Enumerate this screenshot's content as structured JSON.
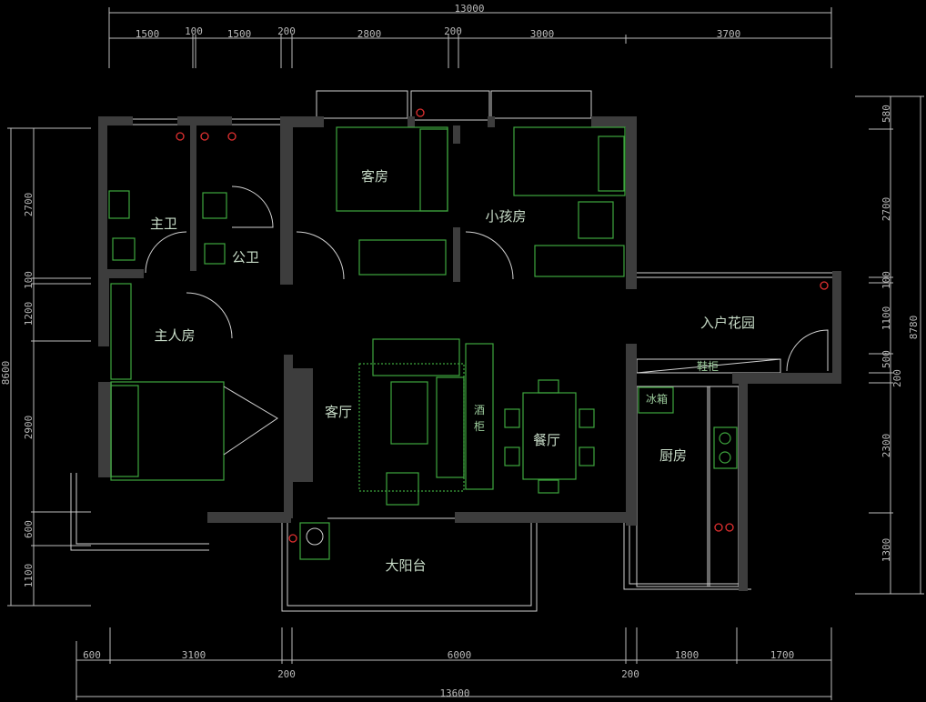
{
  "plan": {
    "rooms": {
      "master_bath": "主卫",
      "public_bath": "公卫",
      "guest_room": "客房",
      "kids_room": "小孩房",
      "master_bedroom": "主人房",
      "living_room": "客厅",
      "dining_room": "餐厅",
      "entry_garden": "入户花园",
      "kitchen": "厨房",
      "balcony": "大阳台"
    },
    "fixtures": {
      "shoe_cabinet": "鞋柜",
      "fridge": "冰箱",
      "wine_cabinet_1": "酒",
      "wine_cabinet_2": "柜"
    },
    "dimensions": {
      "top_total": "13000",
      "top": [
        "1500",
        "100",
        "1500",
        "200",
        "2800",
        "200",
        "3000",
        "3700"
      ],
      "left_total": "8600",
      "left": [
        "2700",
        "100",
        "1200",
        "2900",
        "600",
        "1100"
      ],
      "right_total": "8780",
      "right": [
        "580",
        "2700",
        "100",
        "1100",
        "500",
        "200",
        "2300",
        "1300"
      ],
      "bottom": [
        "600",
        "3100",
        "6000",
        "1800",
        "1700"
      ],
      "bottom_gaps": [
        "200",
        "200"
      ],
      "bottom_total": "13600"
    }
  },
  "colors": {
    "wall": "#3d3d3d",
    "furniture": "#3ea63e",
    "line": "#d0d0d0",
    "background": "#000000"
  }
}
